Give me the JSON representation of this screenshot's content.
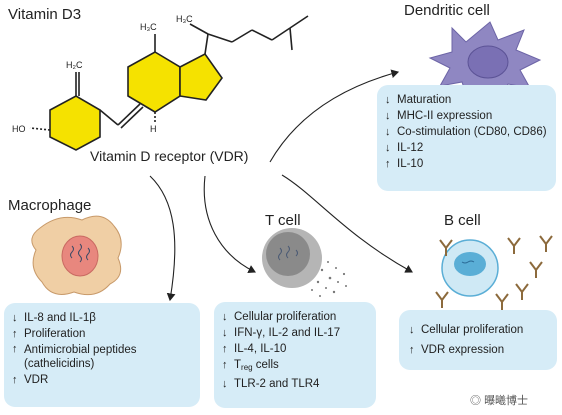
{
  "vitamin_d3": {
    "title": "Vitamin D3",
    "ho": "HO",
    "h2c": "H₂C",
    "h3c": "H₃C",
    "h": "H"
  },
  "receptor": {
    "label": "Vitamin D receptor (VDR)"
  },
  "dendritic": {
    "title": "Dendritic cell",
    "effects": [
      {
        "dir": "↓",
        "text": "Maturation"
      },
      {
        "dir": "↓",
        "text": "MHC-II expression"
      },
      {
        "dir": "↓",
        "text": "Co-stimulation (CD80, CD86)"
      },
      {
        "dir": "↓",
        "text": "IL-12"
      },
      {
        "dir": "↑",
        "text": "IL-10"
      }
    ]
  },
  "macrophage": {
    "title": "Macrophage",
    "effects": [
      {
        "dir": "↓",
        "text": "IL-8 and IL-1β"
      },
      {
        "dir": "↑",
        "text": "Proliferation"
      },
      {
        "dir": "↑",
        "text": "Antimicrobial peptides (cathelicidins)"
      },
      {
        "dir": "↑",
        "text": "VDR"
      }
    ]
  },
  "tcell": {
    "title": "T cell",
    "effects": [
      {
        "dir": "↓",
        "text": "Cellular proliferation"
      },
      {
        "dir": "↓",
        "text": "IFN-γ, IL-2 and IL-17"
      },
      {
        "dir": "↑",
        "text": "IL-4, IL-10"
      },
      {
        "dir": "↑",
        "text": "T",
        "sub": "reg",
        "after": " cells"
      },
      {
        "dir": "↓",
        "text": "TLR-2 and TLR4"
      }
    ]
  },
  "bcell": {
    "title": "B cell",
    "effects": [
      {
        "dir": "↓",
        "text": "Cellular proliferation"
      },
      {
        "dir": "↑",
        "text": "VDR expression"
      }
    ]
  },
  "watermark": {
    "text": "曝曦博士"
  },
  "colors": {
    "box": "#d6ecf7",
    "ring": "#f5e200",
    "macrophage": "#f0cfa5",
    "macro_nucleus": "#e8877e",
    "dendritic": "#8f87c2",
    "tcell": "#8a8a8a",
    "bcell": "#5aaed6",
    "antibody": "#8c6a3c"
  }
}
